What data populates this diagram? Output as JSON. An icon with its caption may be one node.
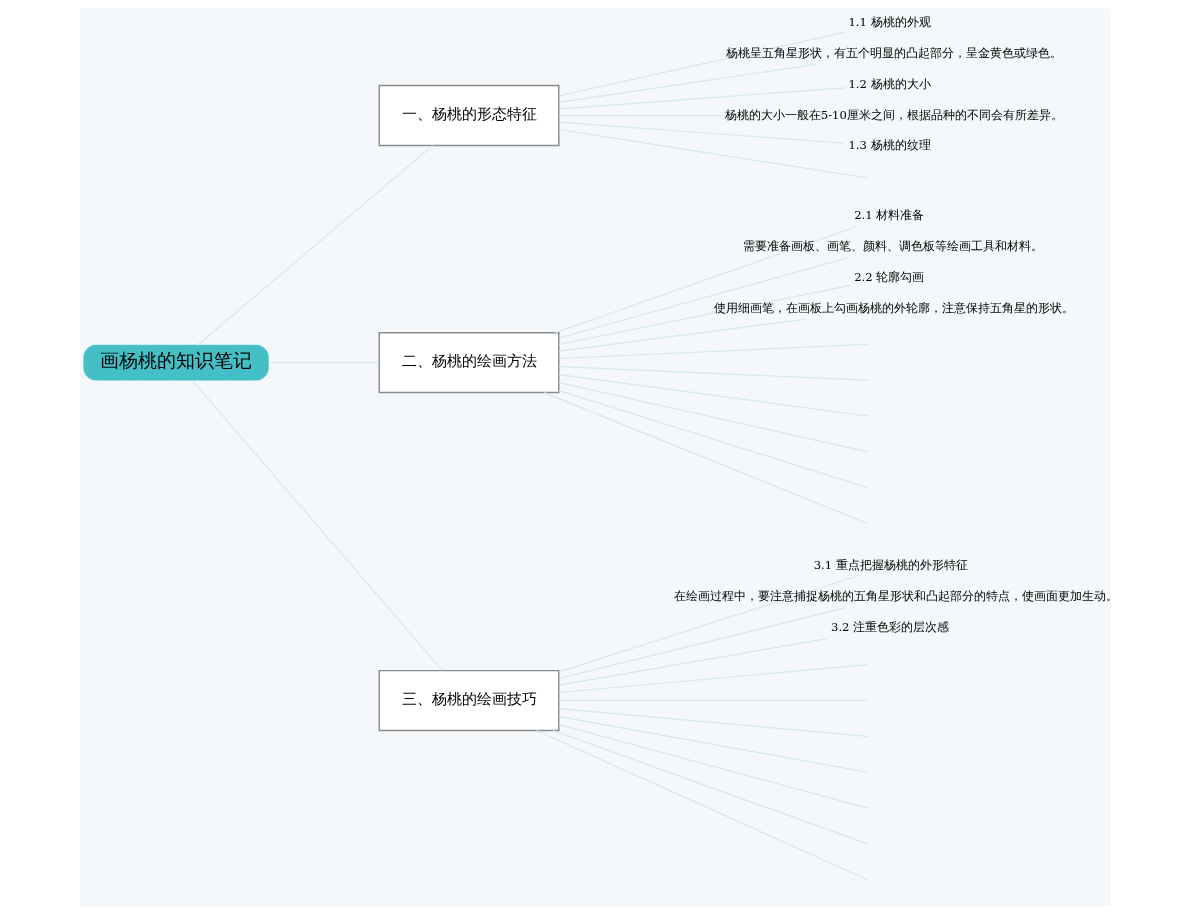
{
  "diagram": {
    "nodes": [
      {
        "text": [
          "画杨桃的知识笔记"
        ]
      },
      {
        "text": [
          "一、杨桃的形态特征"
        ]
      },
      {
        "text": [
          "1.1 杨桃的外观"
        ]
      },
      {
        "text": [
          "杨桃呈五角星形状，有五个明显的凸起部分，呈金黄色或绿色。"
        ]
      },
      {
        "text": [
          "1.2 杨桃的大小"
        ]
      },
      {
        "text": [
          "杨桃的大小一般在5-10厘米之间，根据品种的不同会有所差异。"
        ]
      },
      {
        "text": [
          "1.3 杨桃的纹理"
        ]
      },
      {
        "text": [
          "二、杨桃的绘画方法"
        ]
      },
      {
        "text": [
          "2.1 材料准备"
        ]
      },
      {
        "text": [
          "需要准备画板、画笔、颜料、调色板等绘画工具和材料。"
        ]
      },
      {
        "text": [
          "2.2 轮廓勾画"
        ]
      },
      {
        "text": [
          "使用细画笔，在画板上勾画杨桃的外轮廓，注意保持五角星的形状。"
        ]
      },
      {
        "text": [
          "三、杨桃的绘画技巧"
        ]
      },
      {
        "text": [
          "3.1 重点把握杨桃的外形特征"
        ]
      },
      {
        "text": [
          "在绘画过程中，要注意捕捉杨桃的五角星形状和凸起部分的特点，使画面更加生动。"
        ]
      },
      {
        "text": [
          "3.2 注重色彩的层次感"
        ]
      }
    ],
    "edges": [
      {
        "from": 0,
        "to": 1,
        "arrow": "none"
      },
      {
        "from": 0,
        "to": 7,
        "arrow": "none"
      },
      {
        "from": 0,
        "to": 12,
        "arrow": "none"
      },
      {
        "from": 1,
        "to": 2,
        "arrow": "none"
      },
      {
        "from": 1,
        "to": 3,
        "arrow": "none"
      },
      {
        "from": 1,
        "to": 4,
        "arrow": "none"
      },
      {
        "from": 1,
        "to": 5,
        "arrow": "none"
      },
      {
        "from": 1,
        "to": 6,
        "arrow": "none"
      },
      {
        "from": 1,
        "to": null,
        "arrow": "none"
      },
      {
        "from": 7,
        "to": 8,
        "arrow": "none"
      },
      {
        "from": 7,
        "to": 9,
        "arrow": "none"
      },
      {
        "from": 7,
        "to": 10,
        "arrow": "none"
      },
      {
        "from": 7,
        "to": 11,
        "arrow": "none"
      },
      {
        "from": 7,
        "to": null,
        "arrow": "none"
      },
      {
        "from": 7,
        "to": null,
        "arrow": "none"
      },
      {
        "from": 7,
        "to": null,
        "arrow": "none"
      },
      {
        "from": 7,
        "to": null,
        "arrow": "none"
      },
      {
        "from": 7,
        "to": null,
        "arrow": "none"
      },
      {
        "from": 7,
        "to": null,
        "arrow": "none"
      },
      {
        "from": 12,
        "to": 13,
        "arrow": "none"
      },
      {
        "from": 12,
        "to": 14,
        "arrow": "none"
      },
      {
        "from": 12,
        "to": 15,
        "arrow": "none"
      },
      {
        "from": 12,
        "to": null,
        "arrow": "none"
      },
      {
        "from": 12,
        "to": null,
        "arrow": "none"
      },
      {
        "from": 12,
        "to": null,
        "arrow": "none"
      },
      {
        "from": 12,
        "to": null,
        "arrow": "none"
      },
      {
        "from": 12,
        "to": null,
        "arrow": "none"
      },
      {
        "from": 12,
        "to": null,
        "arrow": "none"
      },
      {
        "from": 12,
        "to": null,
        "arrow": "none"
      }
    ]
  }
}
